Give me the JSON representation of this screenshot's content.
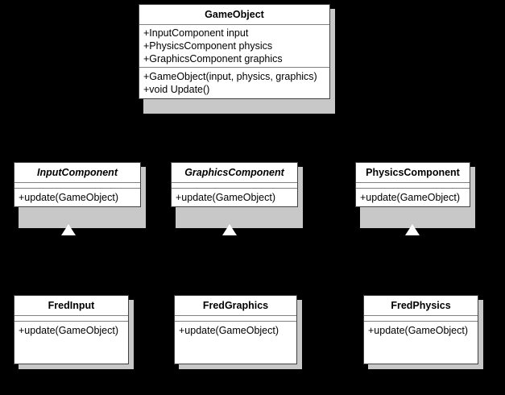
{
  "diagram": {
    "type": "uml-class-diagram",
    "background_color": "#000000",
    "box_fill_color": "#ffffff",
    "box_border_color": "#404040",
    "shadow_color": "#c8c8c8",
    "divider_color": "#808080",
    "text_color": "#000000"
  },
  "classes": {
    "game_object": {
      "name": "GameObject",
      "abstract": false,
      "attributes": [
        "+InputComponent input",
        "+PhysicsComponent physics",
        "+GraphicsComponent graphics"
      ],
      "operations": [
        "+GameObject(input, physics, graphics)",
        "+void Update()"
      ]
    },
    "input_component": {
      "name": "InputComponent",
      "abstract": true,
      "attributes": [],
      "operations": [
        "+update(GameObject)"
      ]
    },
    "graphics_component": {
      "name": "GraphicsComponent",
      "abstract": true,
      "attributes": [],
      "operations": [
        "+update(GameObject)"
      ]
    },
    "physics_component": {
      "name": "PhysicsComponent",
      "abstract": false,
      "attributes": [],
      "operations": [
        "+update(GameObject)"
      ]
    },
    "fred_input": {
      "name": "FredInput",
      "abstract": false,
      "attributes": [],
      "operations": [
        "+update(GameObject)"
      ]
    },
    "fred_graphics": {
      "name": "FredGraphics",
      "abstract": false,
      "attributes": [],
      "operations": [
        "+update(GameObject)"
      ]
    },
    "fred_physics": {
      "name": "FredPhysics",
      "abstract": false,
      "attributes": [],
      "operations": [
        "+update(GameObject)"
      ]
    }
  },
  "relationships": [
    {
      "kind": "generalization",
      "from": "FredInput",
      "to": "InputComponent"
    },
    {
      "kind": "generalization",
      "from": "FredGraphics",
      "to": "GraphicsComponent"
    },
    {
      "kind": "generalization",
      "from": "FredPhysics",
      "to": "PhysicsComponent"
    }
  ]
}
